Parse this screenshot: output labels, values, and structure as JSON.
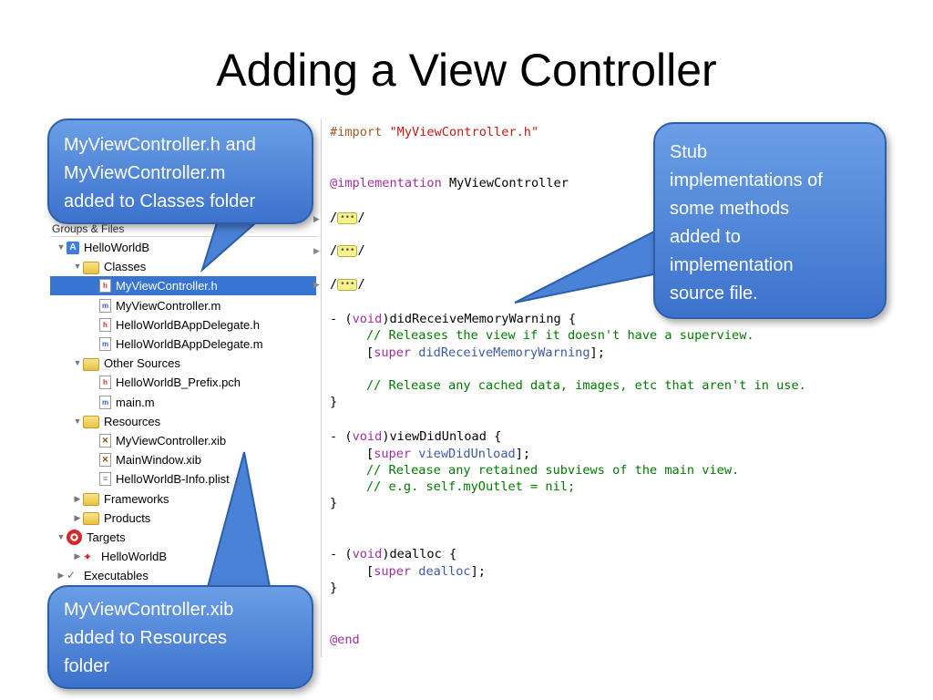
{
  "slide": {
    "title": "Adding a View Controller"
  },
  "sidebar": {
    "header": "Groups & Files",
    "items": [
      {
        "label": "HelloWorldB",
        "icon": "project-icon",
        "indent": 0,
        "expanded": true
      },
      {
        "label": "Classes",
        "icon": "folder-icon",
        "indent": 1,
        "expanded": true
      },
      {
        "label": "MyViewController.h",
        "icon": "header-file-icon",
        "indent": 2,
        "selected": true
      },
      {
        "label": "MyViewController.m",
        "icon": "source-file-icon",
        "indent": 2
      },
      {
        "label": "HelloWorldBAppDelegate.h",
        "icon": "header-file-icon",
        "indent": 2
      },
      {
        "label": "HelloWorldBAppDelegate.m",
        "icon": "source-file-icon",
        "indent": 2
      },
      {
        "label": "Other Sources",
        "icon": "folder-icon",
        "indent": 1,
        "expanded": true
      },
      {
        "label": "HelloWorldB_Prefix.pch",
        "icon": "header-file-icon",
        "indent": 2
      },
      {
        "label": "main.m",
        "icon": "source-file-icon",
        "indent": 2
      },
      {
        "label": "Resources",
        "icon": "folder-icon",
        "indent": 1,
        "expanded": true
      },
      {
        "label": "MyViewController.xib",
        "icon": "xib-file-icon",
        "indent": 2
      },
      {
        "label": "MainWindow.xib",
        "icon": "xib-file-icon",
        "indent": 2
      },
      {
        "label": "HelloWorldB-Info.plist",
        "icon": "plist-file-icon",
        "indent": 2
      },
      {
        "label": "Frameworks",
        "icon": "folder-icon",
        "indent": 1,
        "expanded": false
      },
      {
        "label": "Products",
        "icon": "folder-icon",
        "indent": 1,
        "expanded": false
      },
      {
        "label": "Targets",
        "icon": "target-icon",
        "indent": 0,
        "expanded": true
      },
      {
        "label": "HelloWorldB",
        "icon": "app-target-icon",
        "indent": 1,
        "expanded": false
      },
      {
        "label": "Executables",
        "icon": "executable-icon",
        "indent": 0,
        "expanded": false
      }
    ]
  },
  "code": {
    "import_kw": "#import",
    "import_str": "\"MyViewController.h\"",
    "impl_kw": "@implementation",
    "impl_name": " MyViewController",
    "fold_slash": "/",
    "fold_dots": "•••",
    "dmw_open": "- (",
    "void_kw": "void",
    "dmw_sig": ")didReceiveMemoryWarning {",
    "dmw_comment1": "// Releases the view if it doesn't have a superview.",
    "super_kw": "super",
    "dmw_call": " didReceiveMemoryWarning",
    "dmw_comment2": "// Release any cached data, images, etc that aren't in use.",
    "close_brace": "}",
    "vdu_sig": ")viewDidUnload {",
    "vdu_call": " viewDidUnload",
    "vdu_comment1": "// Release any retained subviews of the main view.",
    "vdu_comment2": "// e.g. self.myOutlet = nil;",
    "dealloc_sig": ")dealloc {",
    "dealloc_call": " dealloc",
    "end_kw": "@end"
  },
  "callouts": {
    "classes": [
      "MyViewController.h and",
      "MyViewController.m",
      "added to Classes folder"
    ],
    "stub": [
      "Stub",
      "implementations of",
      "some methods",
      "added to",
      "implementation",
      "source file."
    ],
    "resources": [
      "MyViewController.xib",
      "added to Resources",
      "folder"
    ]
  },
  "colors": {
    "callout_fill": "#4a82d8",
    "selection": "#3874d1"
  }
}
